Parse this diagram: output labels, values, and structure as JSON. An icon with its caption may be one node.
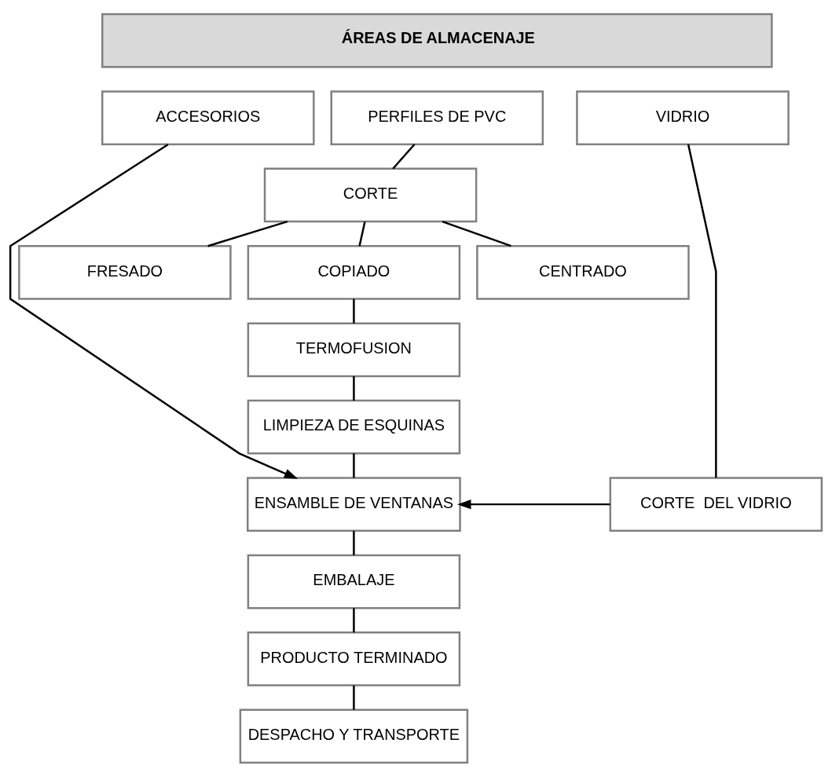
{
  "diagram": {
    "nodes": [
      {
        "text": [
          "ÁREAS DE ALMACENAJE"
        ]
      },
      {
        "text": [
          "ACCESORIOS"
        ]
      },
      {
        "text": [
          "PERFILES DE PVC"
        ]
      },
      {
        "text": [
          "VIDRIO"
        ]
      },
      {
        "text": [
          "CORTE"
        ]
      },
      {
        "text": [
          "FRESADO"
        ]
      },
      {
        "text": [
          "COPIADO"
        ]
      },
      {
        "text": [
          "CENTRADO"
        ]
      },
      {
        "text": [
          "TERMOFUSION"
        ]
      },
      {
        "text": [
          "LIMPIEZA DE ESQUINAS"
        ]
      },
      {
        "text": [
          "ENSAMBLE DE VENTANAS"
        ]
      },
      {
        "text": [
          "CORTE  DEL VIDRIO"
        ]
      },
      {
        "text": [
          "EMBALAJE"
        ]
      },
      {
        "text": [
          "PRODUCTO TERMINADO"
        ]
      },
      {
        "text": [
          "DESPACHO Y TRANSPORTE"
        ]
      }
    ],
    "edges": [
      {
        "from": 2,
        "to": 4,
        "arrow": "none"
      },
      {
        "from": 4,
        "to": 5,
        "arrow": "none"
      },
      {
        "from": 4,
        "to": 6,
        "arrow": "none"
      },
      {
        "from": 4,
        "to": 7,
        "arrow": "none"
      },
      {
        "from": 6,
        "to": 8,
        "arrow": "none"
      },
      {
        "from": 8,
        "to": 9,
        "arrow": "none"
      },
      {
        "from": 9,
        "to": 10,
        "arrow": "none"
      },
      {
        "from": 1,
        "to": 10,
        "arrow": "to"
      },
      {
        "from": 11,
        "to": 10,
        "arrow": "to"
      },
      {
        "from": 3,
        "to": 11,
        "arrow": "none"
      },
      {
        "from": 10,
        "to": 12,
        "arrow": "none"
      },
      {
        "from": 12,
        "to": 13,
        "arrow": "none"
      },
      {
        "from": 13,
        "to": 14,
        "arrow": "none"
      }
    ]
  }
}
